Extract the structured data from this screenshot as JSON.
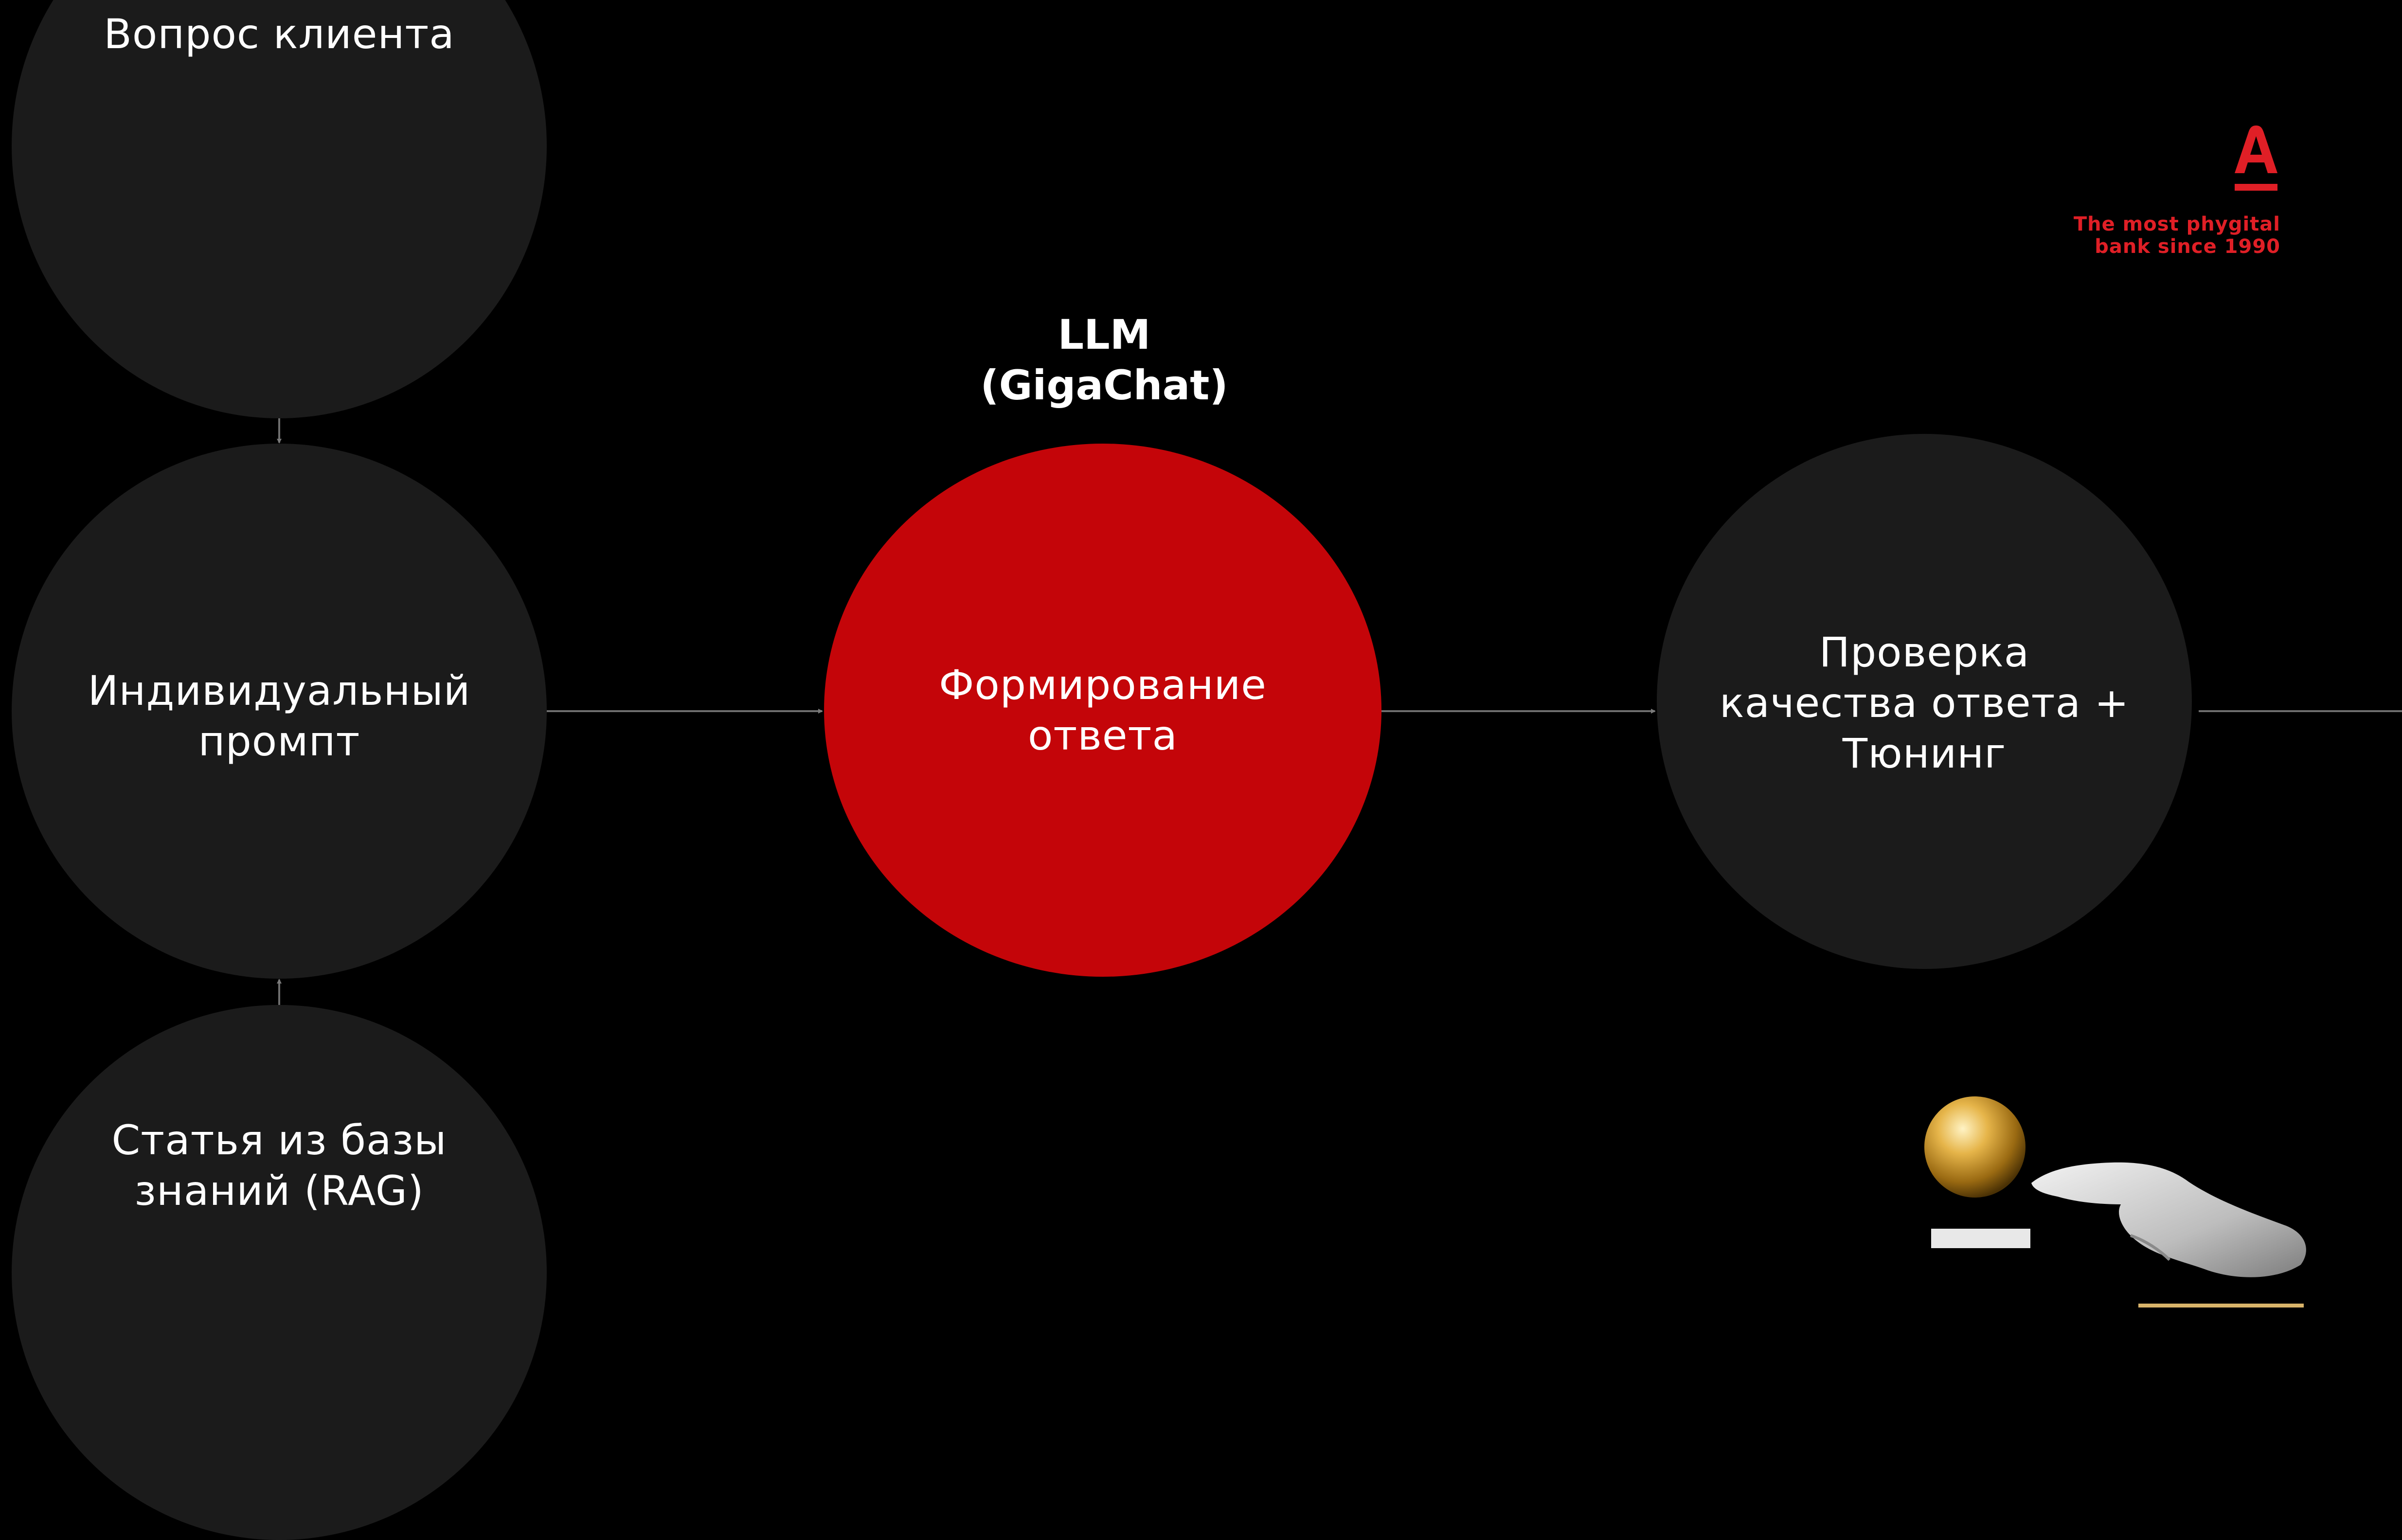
{
  "brand": {
    "tagline": "The most phygital\nbank since 1990",
    "logo_icon": "alfa-bank-a-logo",
    "accent_color": "#e01f26"
  },
  "diagram": {
    "llm_caption": "LLM\n(GigaChat)",
    "nodes": {
      "question": {
        "label": "Вопрос клиента",
        "color": "#1b1b1b"
      },
      "prompt": {
        "label": "Индивидуальный\nпромпт",
        "color": "#1b1b1b"
      },
      "rag": {
        "label": "Статья из базы\nзнаний (RAG)",
        "color": "#1b1b1b"
      },
      "answer": {
        "label": "Формирование\nответа",
        "color": "#c40509"
      },
      "quality": {
        "label": "Проверка\nкачества ответа +\nТюнинг",
        "color": "#1b1b1b"
      }
    },
    "edges": [
      {
        "from": "question",
        "to": "prompt"
      },
      {
        "from": "rag",
        "to": "prompt"
      },
      {
        "from": "prompt",
        "to": "answer"
      },
      {
        "from": "answer",
        "to": "quality"
      },
      {
        "from": "quality",
        "to": "offscreen"
      }
    ]
  },
  "illustration": {
    "icon": "golden-sphere-and-hand-icon"
  }
}
